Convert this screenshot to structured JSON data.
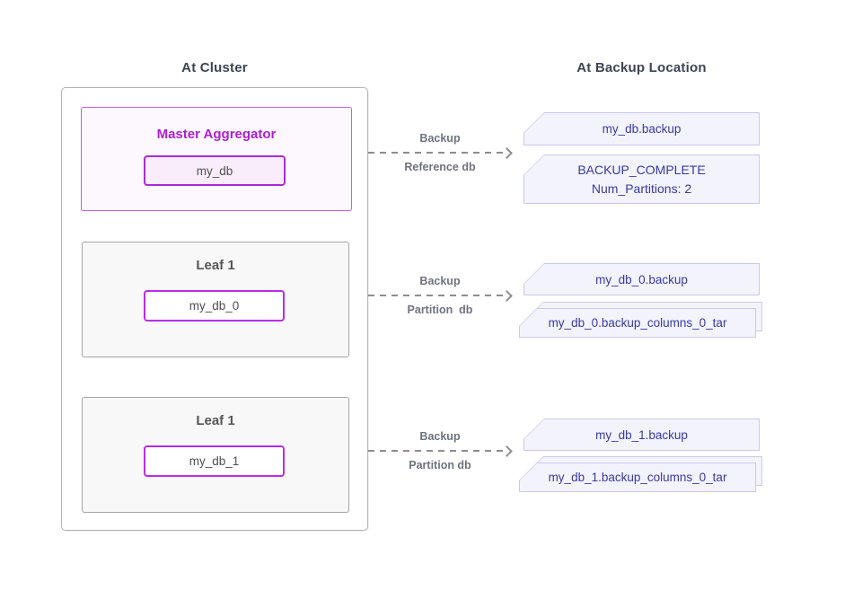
{
  "headings": {
    "cluster": "At Cluster",
    "backup": "At Backup Location"
  },
  "cluster": {
    "master": {
      "title": "Master Aggregator",
      "db": "my_db"
    },
    "leaves": [
      {
        "title": "Leaf 1",
        "db": "my_db_0"
      },
      {
        "title": "Leaf 1",
        "db": "my_db_1"
      }
    ]
  },
  "arrows": [
    {
      "top": "Backup",
      "bottom": "Reference db"
    },
    {
      "top": "Backup",
      "bottom": "Partition  db"
    },
    {
      "top": "Backup",
      "bottom": "Partition db"
    }
  ],
  "backup_location": {
    "items": [
      {
        "type": "file",
        "label": "my_db.backup"
      },
      {
        "type": "note",
        "line1": "BACKUP_COMPLETE",
        "line2": "Num_Partitions: 2"
      },
      {
        "type": "file",
        "label": "my_db_0.backup"
      },
      {
        "type": "file-stack",
        "label": "my_db_0.backup_columns_0_tar"
      },
      {
        "type": "file",
        "label": "my_db_1.backup"
      },
      {
        "type": "file-stack",
        "label": "my_db_1.backup_columns_0_tar"
      }
    ]
  },
  "colors": {
    "heading_text": "#3e4452",
    "master_border": "#c55ce6",
    "master_fill": "#fdf8fe",
    "master_title_text": "#ac1fd2",
    "db_node_border": "#ba2bea",
    "master_db_fill": "#f9edfc",
    "leaf_fill": "#f8f8f8",
    "leaf_border": "#a6a6a6",
    "leaf_title_text": "#565656",
    "file_border": "#c9c9ec",
    "file_fill": "#f3f3fc",
    "file_text": "#3939a3",
    "arrow_gray": "#8d8d8d",
    "arrow_label_text": "#6e737e"
  }
}
